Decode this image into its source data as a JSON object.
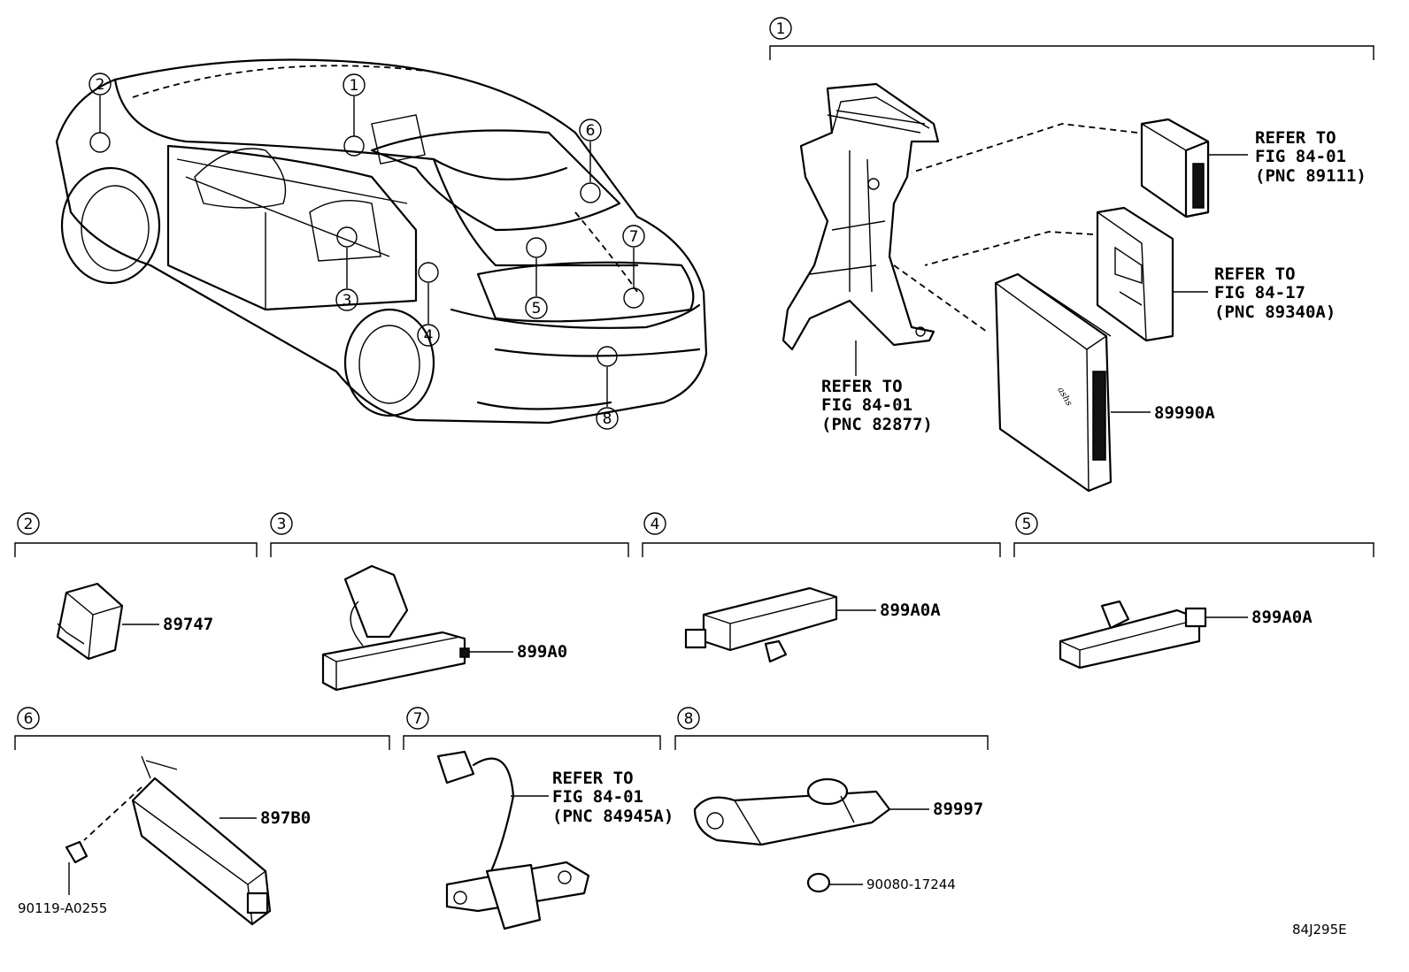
{
  "callouts": [
    "1",
    "2",
    "3",
    "4",
    "5",
    "6",
    "7",
    "8"
  ],
  "refs": {
    "pnc_82877": [
      "REFER TO",
      "FIG 84-01",
      "(PNC 82877)"
    ],
    "pnc_89111": [
      "REFER TO",
      "FIG 84-01",
      "(PNC 89111)"
    ],
    "pnc_89340a": [
      "REFER TO",
      "FIG 84-17",
      "(PNC 89340A)"
    ],
    "pnc_84945a": [
      "REFER TO",
      "FIG 84-01",
      "(PNC 84945A)"
    ]
  },
  "parts": {
    "p89990a": "89990A",
    "p89747": "89747",
    "p899a0": "899A0",
    "p899a0a_4": "899A0A",
    "p899a0a_5": "899A0A",
    "p897b0": "897B0",
    "p90119": "90119-A0255",
    "p89997": "89997",
    "p90080": "90080-17244"
  },
  "diagram_code": "84J295E"
}
